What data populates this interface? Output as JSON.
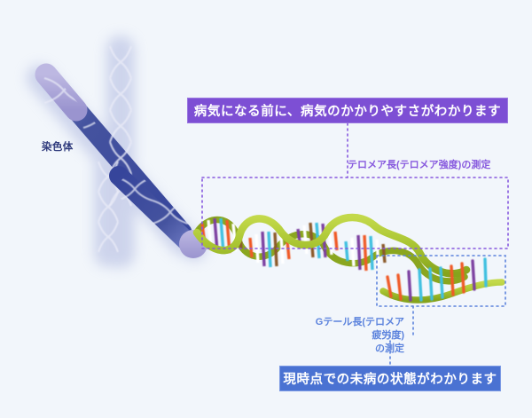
{
  "background_color": "#f2f6fb",
  "labels": {
    "chromosome": "染色体"
  },
  "banners": [
    {
      "id": "telomere-banner",
      "text": "病気になる前に、病気のかかりやすさがわかります",
      "color": "#7d4fd4",
      "text_color": "#ffffff"
    },
    {
      "id": "gtail-banner",
      "text": "現時点での未病の状態がわかります",
      "color": "#4a72d2",
      "text_color": "#ffffff"
    }
  ],
  "captions": {
    "telomere": "テロメア長(テロメア強度)の測定",
    "gtail_line1": "Gテール長(テロメア疲労度)",
    "gtail_line2": "の測定"
  },
  "regions": [
    {
      "id": "telomere-region",
      "outline_color": "#8759de",
      "style": "dotted"
    },
    {
      "id": "gtail-region",
      "outline_color": "#5c83dd",
      "style": "dotted"
    }
  ],
  "illustration": {
    "chromosome": {
      "arm_color": "#3a4ba0",
      "arm_color_light": "#5566b8",
      "telomere_cap_color": "#a9a4d8",
      "glow_color": "#b9c0e4",
      "helix_pattern_color": "#e8eaf6"
    },
    "dna": {
      "backbone_color": "#a8c431",
      "backbone_color_dark": "#8aa61f",
      "base_colors": [
        "#f05a28",
        "#7b3fa0",
        "#3fc0e0",
        "#8b5a2b",
        "#ffffff"
      ]
    },
    "gtail": {
      "strand_color": "#a8c431",
      "base_colors": [
        "#f05a28",
        "#7b3fa0",
        "#3fc0e0"
      ]
    }
  }
}
